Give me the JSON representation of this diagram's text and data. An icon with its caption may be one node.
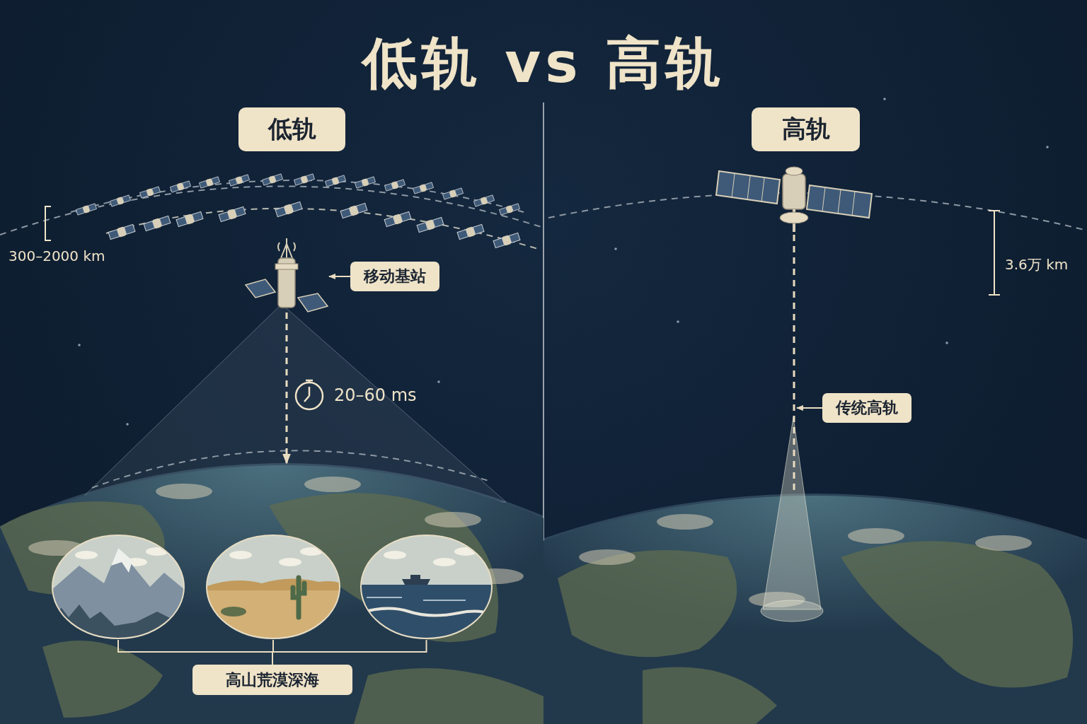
{
  "diagram": {
    "title": "低轨 vs 高轨",
    "nodes": [
      {
        "text": [
          "低轨"
        ]
      },
      {
        "text": [
          "高轨"
        ]
      },
      {
        "text": [],
        "shape": "picture"
      },
      {
        "text": [
          "移动基站"
        ]
      },
      {
        "text": [],
        "shape": "picture"
      },
      {
        "text": [],
        "shape": "picture",
        "in": 4
      },
      {
        "text": [],
        "shape": "picture",
        "in": 4
      },
      {
        "text": [],
        "shape": "picture",
        "in": 4
      },
      {
        "text": [
          "高山荒漠深海"
        ],
        "in": 4
      },
      {
        "text": [],
        "shape": "picture"
      },
      {
        "text": [
          "传统高轨"
        ]
      },
      {
        "text": [],
        "shape": "picture"
      }
    ],
    "edges": [
      {
        "from": 3,
        "to": 2,
        "arrow": "to"
      },
      {
        "from": 2,
        "to": 4,
        "arrow": "to",
        "style": "dashed"
      },
      {
        "from": 5,
        "to": 8,
        "arrow": "none"
      },
      {
        "from": 6,
        "to": 8,
        "arrow": "none"
      },
      {
        "from": 7,
        "to": 8,
        "arrow": "none"
      },
      {
        "from": 10,
        "to": null,
        "arrow": "to"
      },
      {
        "from": 9,
        "to": 11,
        "arrow": "none",
        "style": "dashed"
      }
    ],
    "labels": [
      "300–2000 km",
      "20–60 ms",
      "3.6万 km"
    ]
  }
}
